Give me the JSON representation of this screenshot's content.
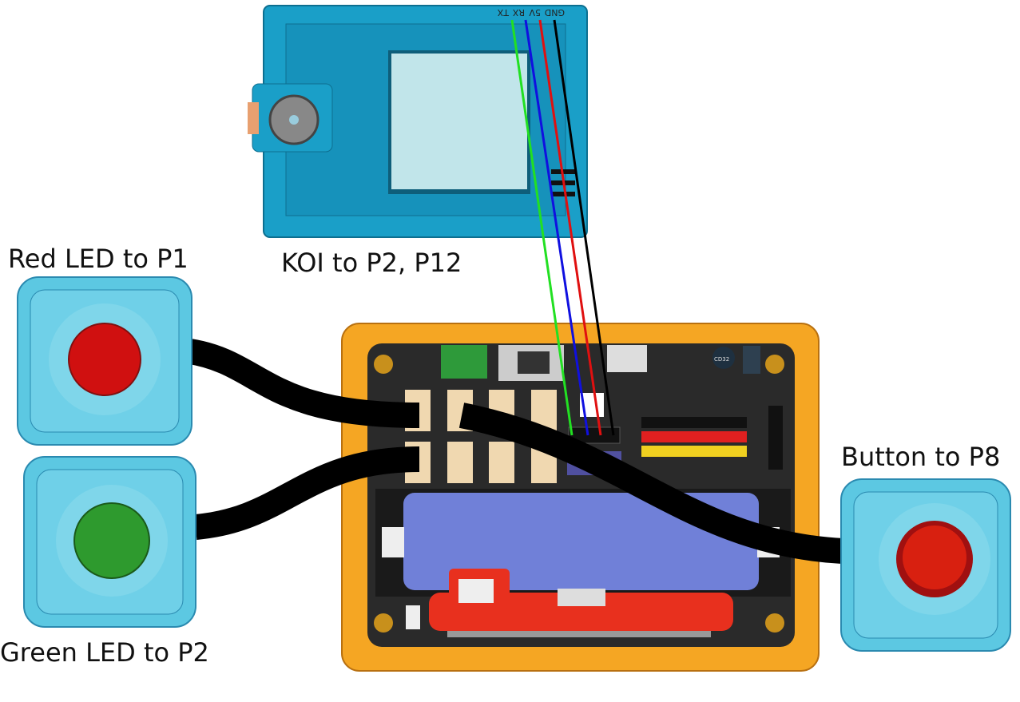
{
  "labels": {
    "red_led": "Red LED to P1",
    "koi": "KOI to P2, P12",
    "green_led": "Green LED to P2",
    "button": "Button to P8"
  },
  "koi_pins": {
    "gnd": "GND",
    "v5": "5V",
    "rx": "RX",
    "tx": "TX"
  },
  "board_chip": "CD32",
  "colors": {
    "module_blue": "#5cc8e2",
    "koi_blue": "#1a9fc8",
    "frame_orange": "#f5a623",
    "pcb": "#2a2a2a",
    "battery": "#7080d8",
    "red_led": "#d01010",
    "green_led": "#2e9a2e",
    "button_red": "#d82010",
    "wire_tx": "#22e022",
    "wire_rx": "#1010e0",
    "wire_5v": "#e01010",
    "wire_gnd": "#000000"
  }
}
